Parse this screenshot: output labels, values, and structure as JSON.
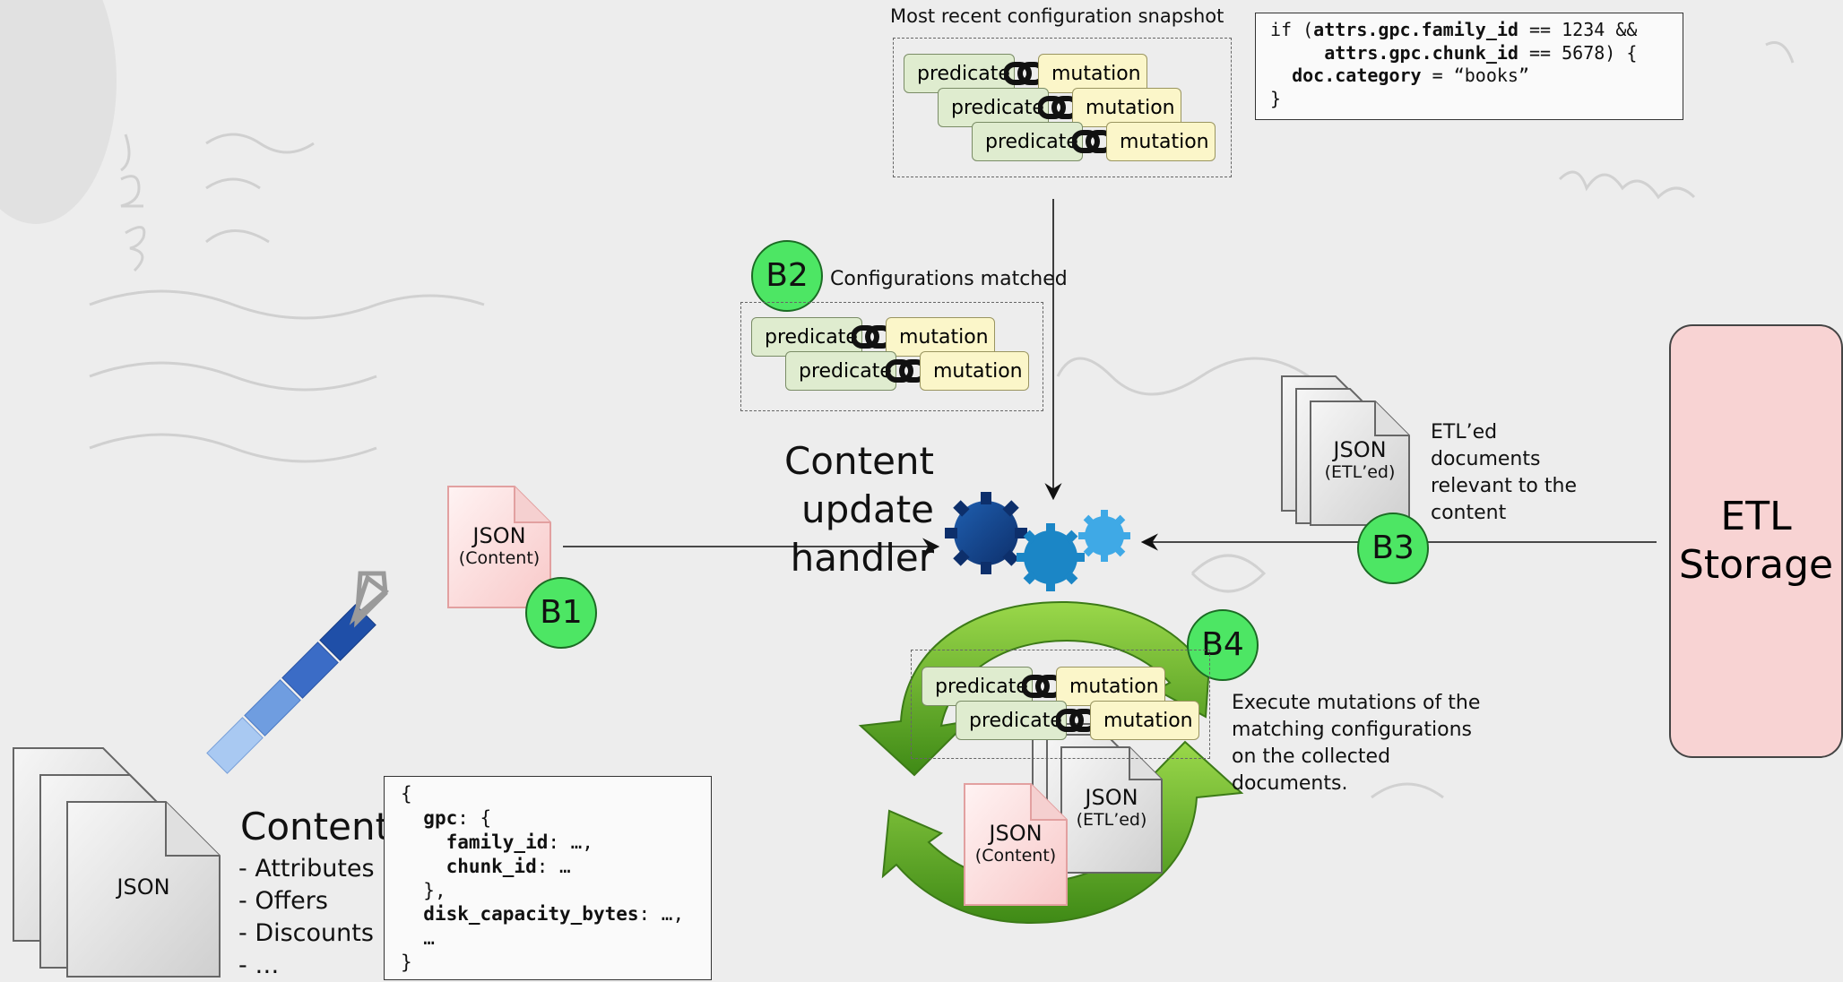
{
  "snapshot": {
    "title": "Most recent configuration snapshot",
    "rows": [
      {
        "predicate": "predicate",
        "mutation": "mutation"
      },
      {
        "predicate": "predicate",
        "mutation": "mutation"
      },
      {
        "predicate": "predicate",
        "mutation": "mutation"
      }
    ]
  },
  "code_top": {
    "line1_a": "if (",
    "line1_b": "attrs.gpc.family_id",
    "line1_c": " == 1234 &&",
    "line2_b": "attrs.gpc.chunk_id",
    "line2_c": " == 5678) {",
    "line3_b": "doc.category",
    "line3_c": " = “books”",
    "line4": "}"
  },
  "matched": {
    "badge": "B2",
    "title": "Configurations matched",
    "rows": [
      {
        "predicate": "predicate",
        "mutation": "mutation"
      },
      {
        "predicate": "predicate",
        "mutation": "mutation"
      }
    ]
  },
  "handler": {
    "line1": "Content",
    "line2": "update handler"
  },
  "json_content": {
    "line1": "JSON",
    "line2": "(Content)",
    "badge": "B1"
  },
  "etl_docs": {
    "line1": "JSON",
    "line2": "(ETL’ed)",
    "badge": "B3",
    "caption": [
      "ETL’ed",
      "documents",
      "relevant to the",
      "content"
    ]
  },
  "etl_storage": {
    "line1": "ETL",
    "line2": "Storage"
  },
  "execute": {
    "badge": "B4",
    "rows": [
      {
        "predicate": "predicate",
        "mutation": "mutation"
      },
      {
        "predicate": "predicate",
        "mutation": "mutation"
      }
    ],
    "caption": [
      "Execute mutations of the",
      "matching configurations",
      "on the collected",
      "documents."
    ],
    "etl_json": {
      "line1": "JSON",
      "line2": "(ETL’ed)"
    },
    "content_json": {
      "line1": "JSON",
      "line2": "(Content)"
    }
  },
  "content": {
    "doc_label": "JSON",
    "title": "Content",
    "items": [
      "- Attributes",
      "- Offers",
      "- Discounts",
      "- …"
    ]
  },
  "code_bottom": {
    "l1": "{",
    "l2a": "gpc",
    "l2b": ": {",
    "l3a": "family_id",
    "l3b": ": …,",
    "l4a": "chunk_id",
    "l4b": ": …",
    "l5": "},",
    "l6a": "disk_capacity_bytes",
    "l6b": ": …,",
    "l7": "…",
    "l8": "}"
  },
  "colors": {
    "badge": "#4de664",
    "predicate": "#dfeccf",
    "mutation": "#fbf6c9",
    "etl_storage": "#f8d3d3",
    "content_json": "#fde2e2",
    "cycle_arrow": "#5fae1e"
  }
}
